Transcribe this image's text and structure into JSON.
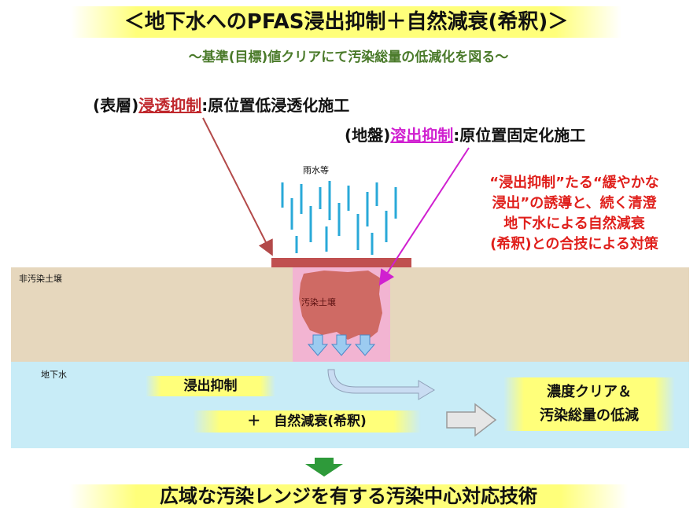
{
  "title": "＜地下水へのPFAS浸出抑制＋自然減衰(希釈)＞",
  "subtitle": "～基準(目標)値クリアにて汚染総量の低減化を図る～",
  "surface_line": {
    "prefix": "(表層)",
    "highlight": "浸透抑制",
    "rest": ":原位置低浸透化施工"
  },
  "ground_line": {
    "prefix": "(地盤)",
    "highlight": "溶出抑制",
    "rest": ":原位置固定化施工"
  },
  "rain_label": "雨水等",
  "soil_label": "非汚染土壌",
  "contaminated_label": "汚染土壌",
  "groundwater_label": "地下水",
  "note_lines": [
    "“浸出抑制”たる“緩やかな",
    "浸出”の誘導と、続く清澄",
    "地下水による自然減衰",
    "(希釈)との合技による対策"
  ],
  "leach_box": "浸出抑制",
  "natural_box": "＋　自然減衰(希釈)",
  "result_lines": [
    "濃度クリア＆",
    "汚染総量の低減"
  ],
  "footer": "広域な汚染レンジを有する汚染中心対応技術",
  "colors": {
    "highlight_yellow": "#ffff7a",
    "surface_red": "#c0282d",
    "ground_magenta": "#d020d0",
    "note_red": "#e0201c",
    "subtitle_green": "#4a7a2a",
    "soil": "#e6d7bd",
    "groundwater": "#c8ecf7",
    "rain_blue": "#29a9d8",
    "cap": "#c05050",
    "zone_pink": "#f2b4d2",
    "contaminated_soil": "#cf6a64",
    "down_arrow_green": "#2e9a3a"
  }
}
